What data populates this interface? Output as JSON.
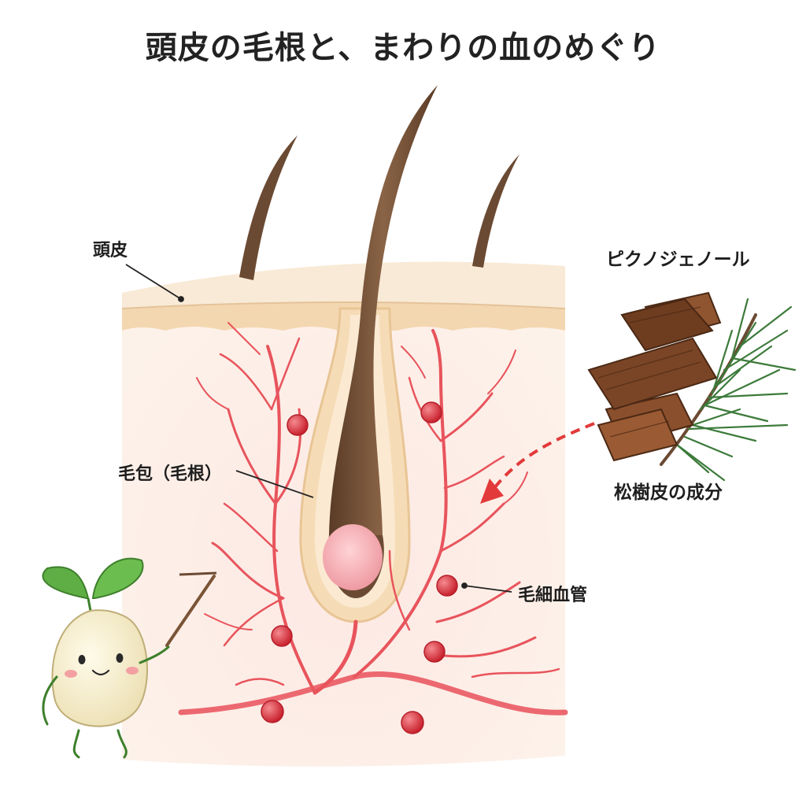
{
  "title": "頭皮の毛根と、まわりの血のめぐり",
  "labels": {
    "scalp": "頭皮",
    "follicle": "毛包（毛根）",
    "capillary": "毛細血管",
    "ingredient_name": "ピクノジェノール",
    "ingredient_source": "松樹皮の成分"
  },
  "colors": {
    "skin_top": "#f7e6cf",
    "skin_band": "#f3d9b5",
    "dermis": "#fdf1e8",
    "hair": "#6b4a33",
    "vessel": "#e8505a",
    "blood_cell": "#d93340",
    "bulb": "#f4a3aa",
    "arrow": "#e23a3a",
    "bark": "#7a4526",
    "needle": "#3c7a3a",
    "mascot_body": "#f5efd2",
    "mascot_leaf": "#5fae45"
  }
}
